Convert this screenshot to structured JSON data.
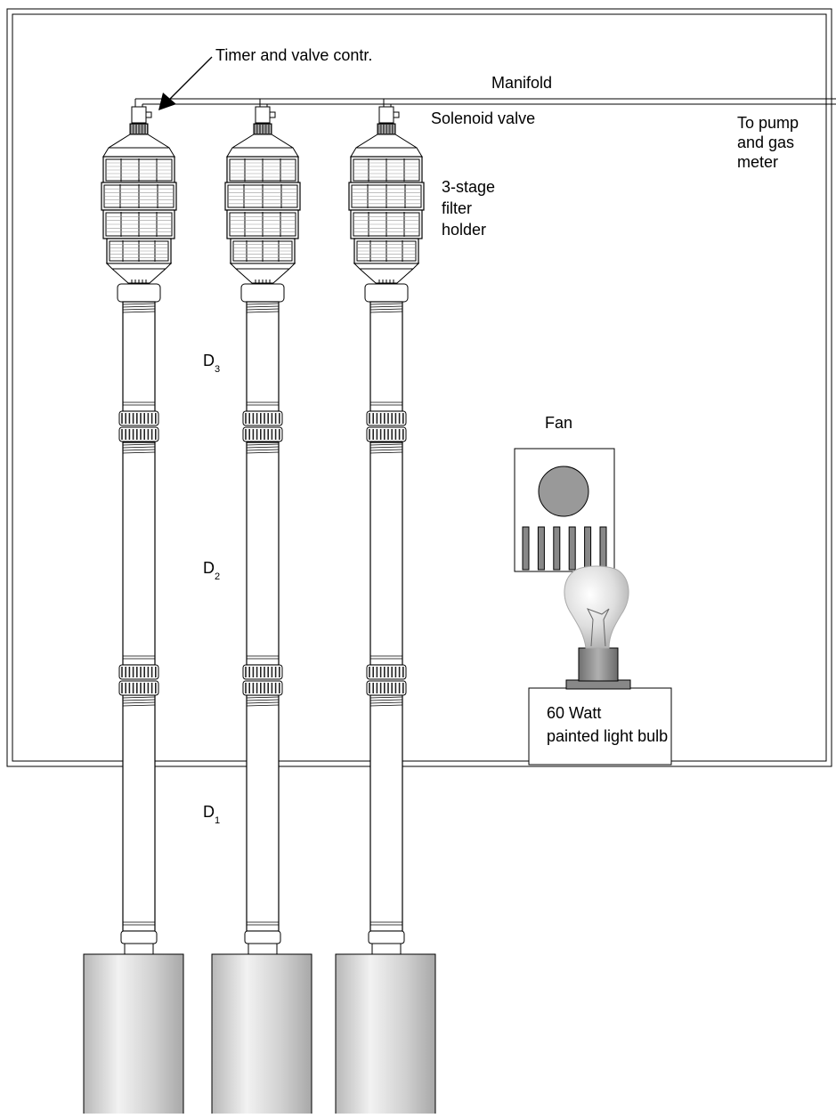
{
  "labels": {
    "timer": "Timer and valve contr.",
    "manifold": "Manifold",
    "solenoid": "Solenoid valve",
    "pump": [
      "To pump",
      "and gas",
      "meter"
    ],
    "filter": [
      "3-stage",
      "filter",
      "holder"
    ],
    "fan": "Fan",
    "bulb": [
      "60 Watt",
      "painted light bulb"
    ]
  },
  "sections": [
    {
      "main": "D",
      "sub": "3"
    },
    {
      "main": "D",
      "sub": "2"
    },
    {
      "main": "D",
      "sub": "1"
    }
  ],
  "colors": {
    "stroke": "#000000",
    "fan_circle": "#999999",
    "fan_slot": "#888888",
    "bulb_base": "#888888",
    "pipe_fill": "#ffffff"
  }
}
